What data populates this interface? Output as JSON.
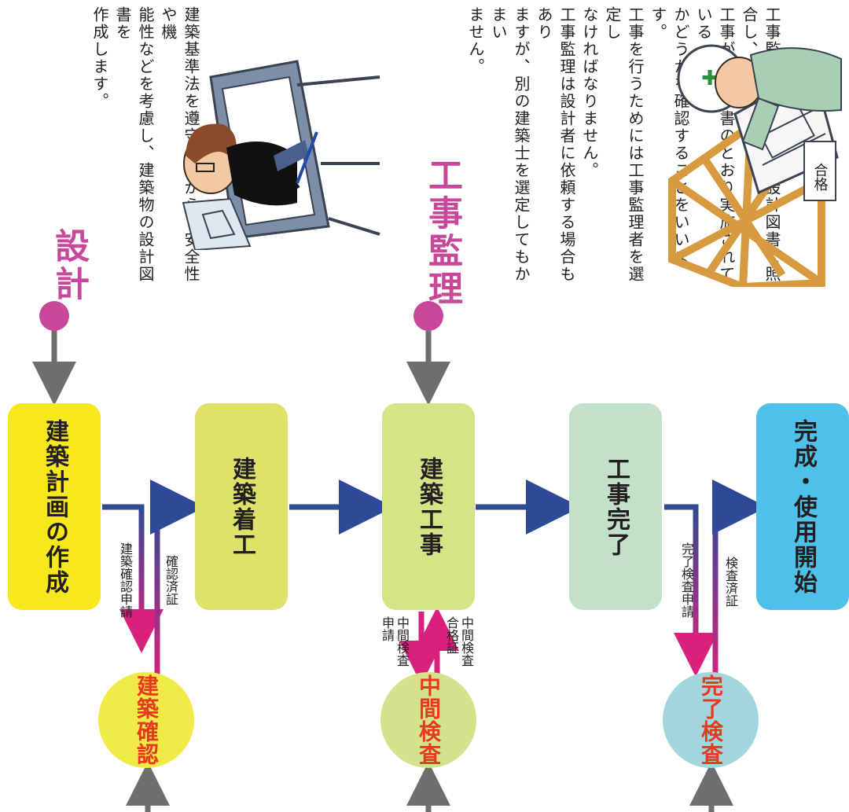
{
  "colors": {
    "box1": "#f6e81c",
    "box2": "#dfe26a",
    "box3": "#d4e486",
    "box4": "#c3e0c8",
    "box5": "#4ec1ea",
    "circle1": "#f0ea46",
    "circle2": "#d6e28b",
    "circle3": "#a3d6dc",
    "circle_text": "#e8381f",
    "heading": "#c8479b",
    "flow_arrow": "#2e4a96",
    "pink_arrow": "#d8217e",
    "gray_arrow": "#6d6e70"
  },
  "steps": {
    "plan": "建築計画の作成",
    "start": "建築着工",
    "construction": "建築工事",
    "completion": "工事完了",
    "open": "完成・使用開始"
  },
  "inspections": {
    "confirm": "建築確認",
    "interim": "中間検査",
    "final": "完了検査"
  },
  "arrow_labels": {
    "confirm_apply": "建築確認申請",
    "confirm_done": "確認済証",
    "interim_apply": [
      "中間検査",
      "申請"
    ],
    "interim_pass": [
      "中間検査",
      "合格証"
    ],
    "final_apply": "完了検査申請",
    "final_done": "検査済証"
  },
  "sections": {
    "design": {
      "heading": "設計",
      "text": [
        "建築基準法を遵守しながら、安全性や機",
        "能性などを考慮し、建築物の設計図書を",
        "作成します。"
      ]
    },
    "supervision": {
      "heading": "工事監理",
      "text": [
        "工事監理とは、工事を設計図書と照合し、",
        "工事が設計図書のとおり実施されている",
        "かどうかを確認することをいいます。",
        "工事を行うためには工事監理者を選定し",
        "なければなりません。",
        "工事監理は設計者に依頼する場合もあり",
        "ますが、別の建築士を選定してもかまい",
        "ません。"
      ]
    }
  },
  "illustrations": {
    "designer": "designer-illustration",
    "supervisor": "supervisor-illustration",
    "sign_text": "合格"
  }
}
